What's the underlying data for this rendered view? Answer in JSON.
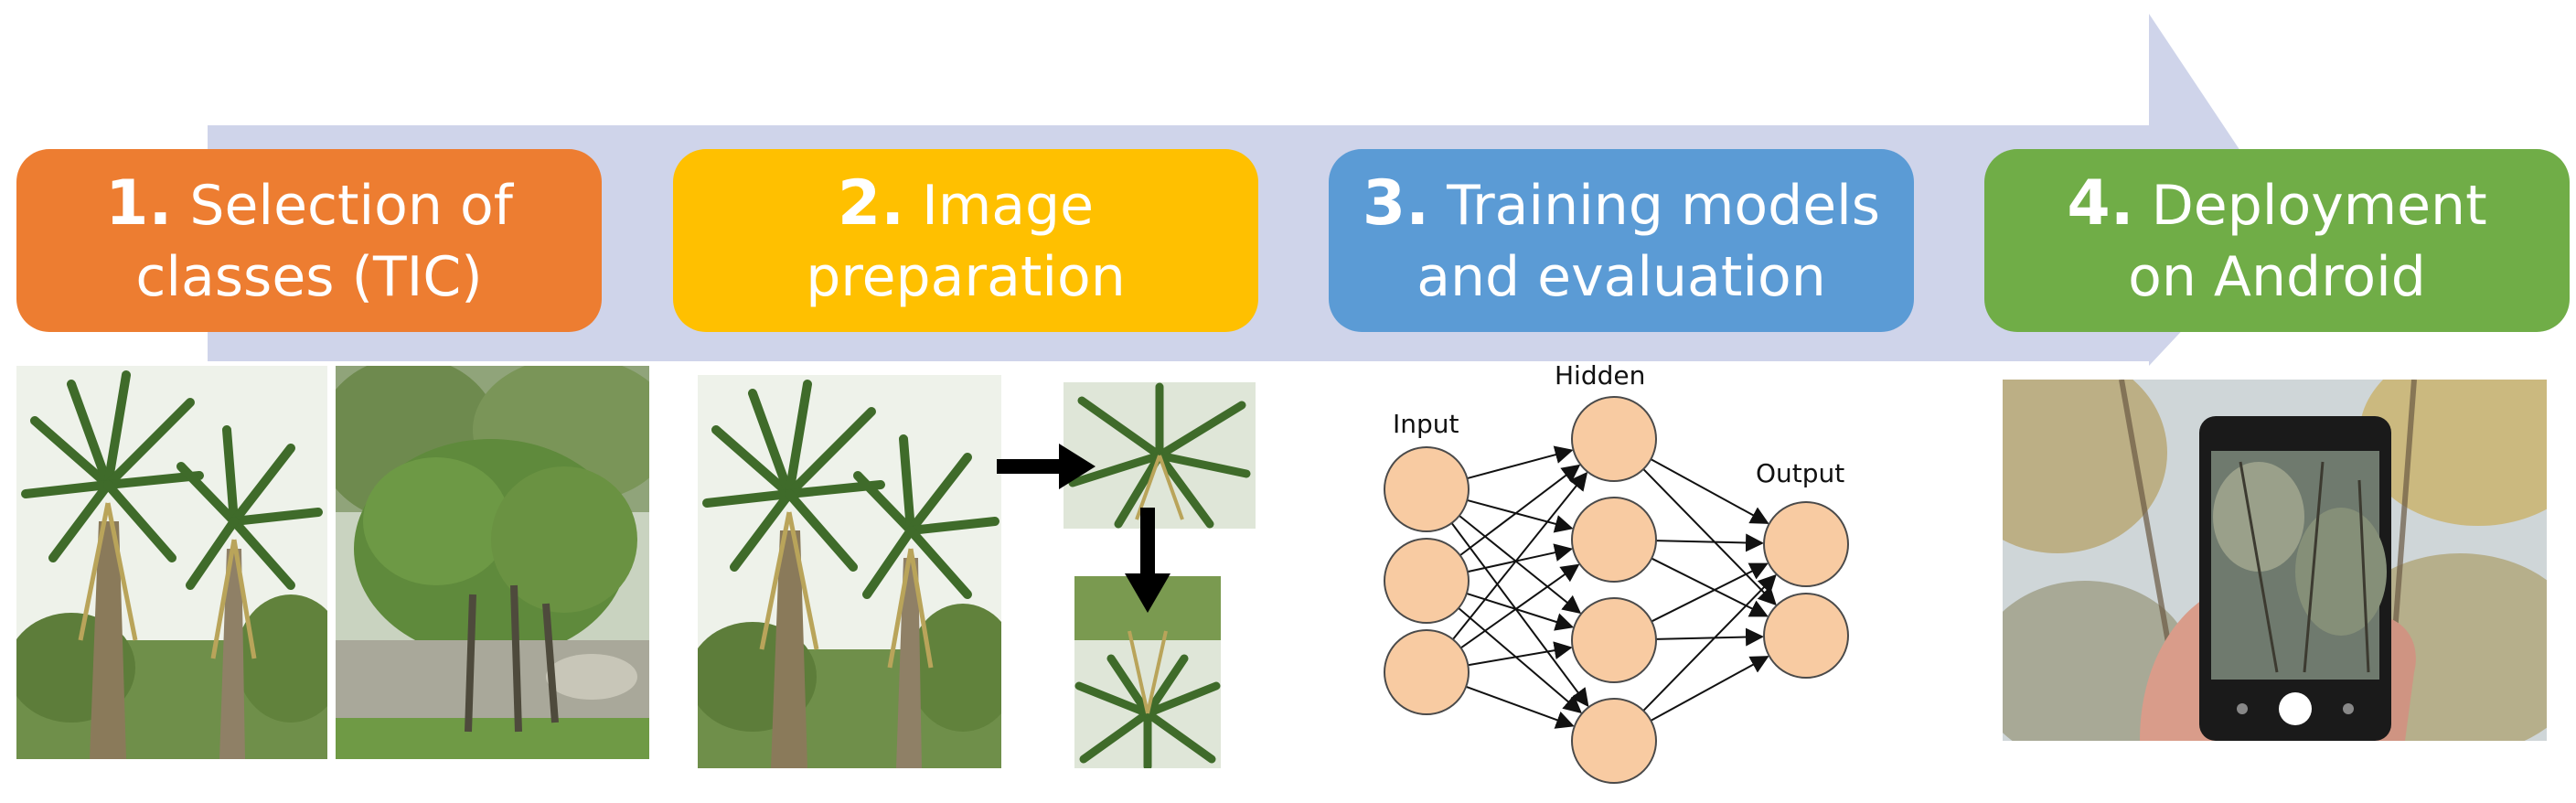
{
  "colors": {
    "arrow_band": "#cfd4ea",
    "step1": "#ed7d31",
    "step2": "#ffc000",
    "step3": "#5b9bd5",
    "step4": "#70ad47",
    "neuron_fill": "#f8cba2",
    "neuron_stroke": "#4a4a4a"
  },
  "steps": [
    {
      "number": "1.",
      "line1": "Selection of",
      "line2": "classes (TIC)"
    },
    {
      "number": "2.",
      "line1": "Image",
      "line2": "preparation"
    },
    {
      "number": "3.",
      "line1": "Training models",
      "line2": "and evaluation"
    },
    {
      "number": "4.",
      "line1": "Deployment",
      "line2": "on Android"
    }
  ],
  "network": {
    "input_label": "Input",
    "hidden_label": "Hidden",
    "output_label": "Output",
    "layer_sizes": [
      3,
      4,
      2
    ]
  },
  "images": [
    {
      "icon": "palm-trees-photo"
    },
    {
      "icon": "shrub-forest-photo"
    },
    {
      "icon": "palm-trees-photo"
    },
    {
      "icon": "cropped-palm-tiles"
    },
    {
      "icon": "smartphone-camera-photo"
    }
  ]
}
